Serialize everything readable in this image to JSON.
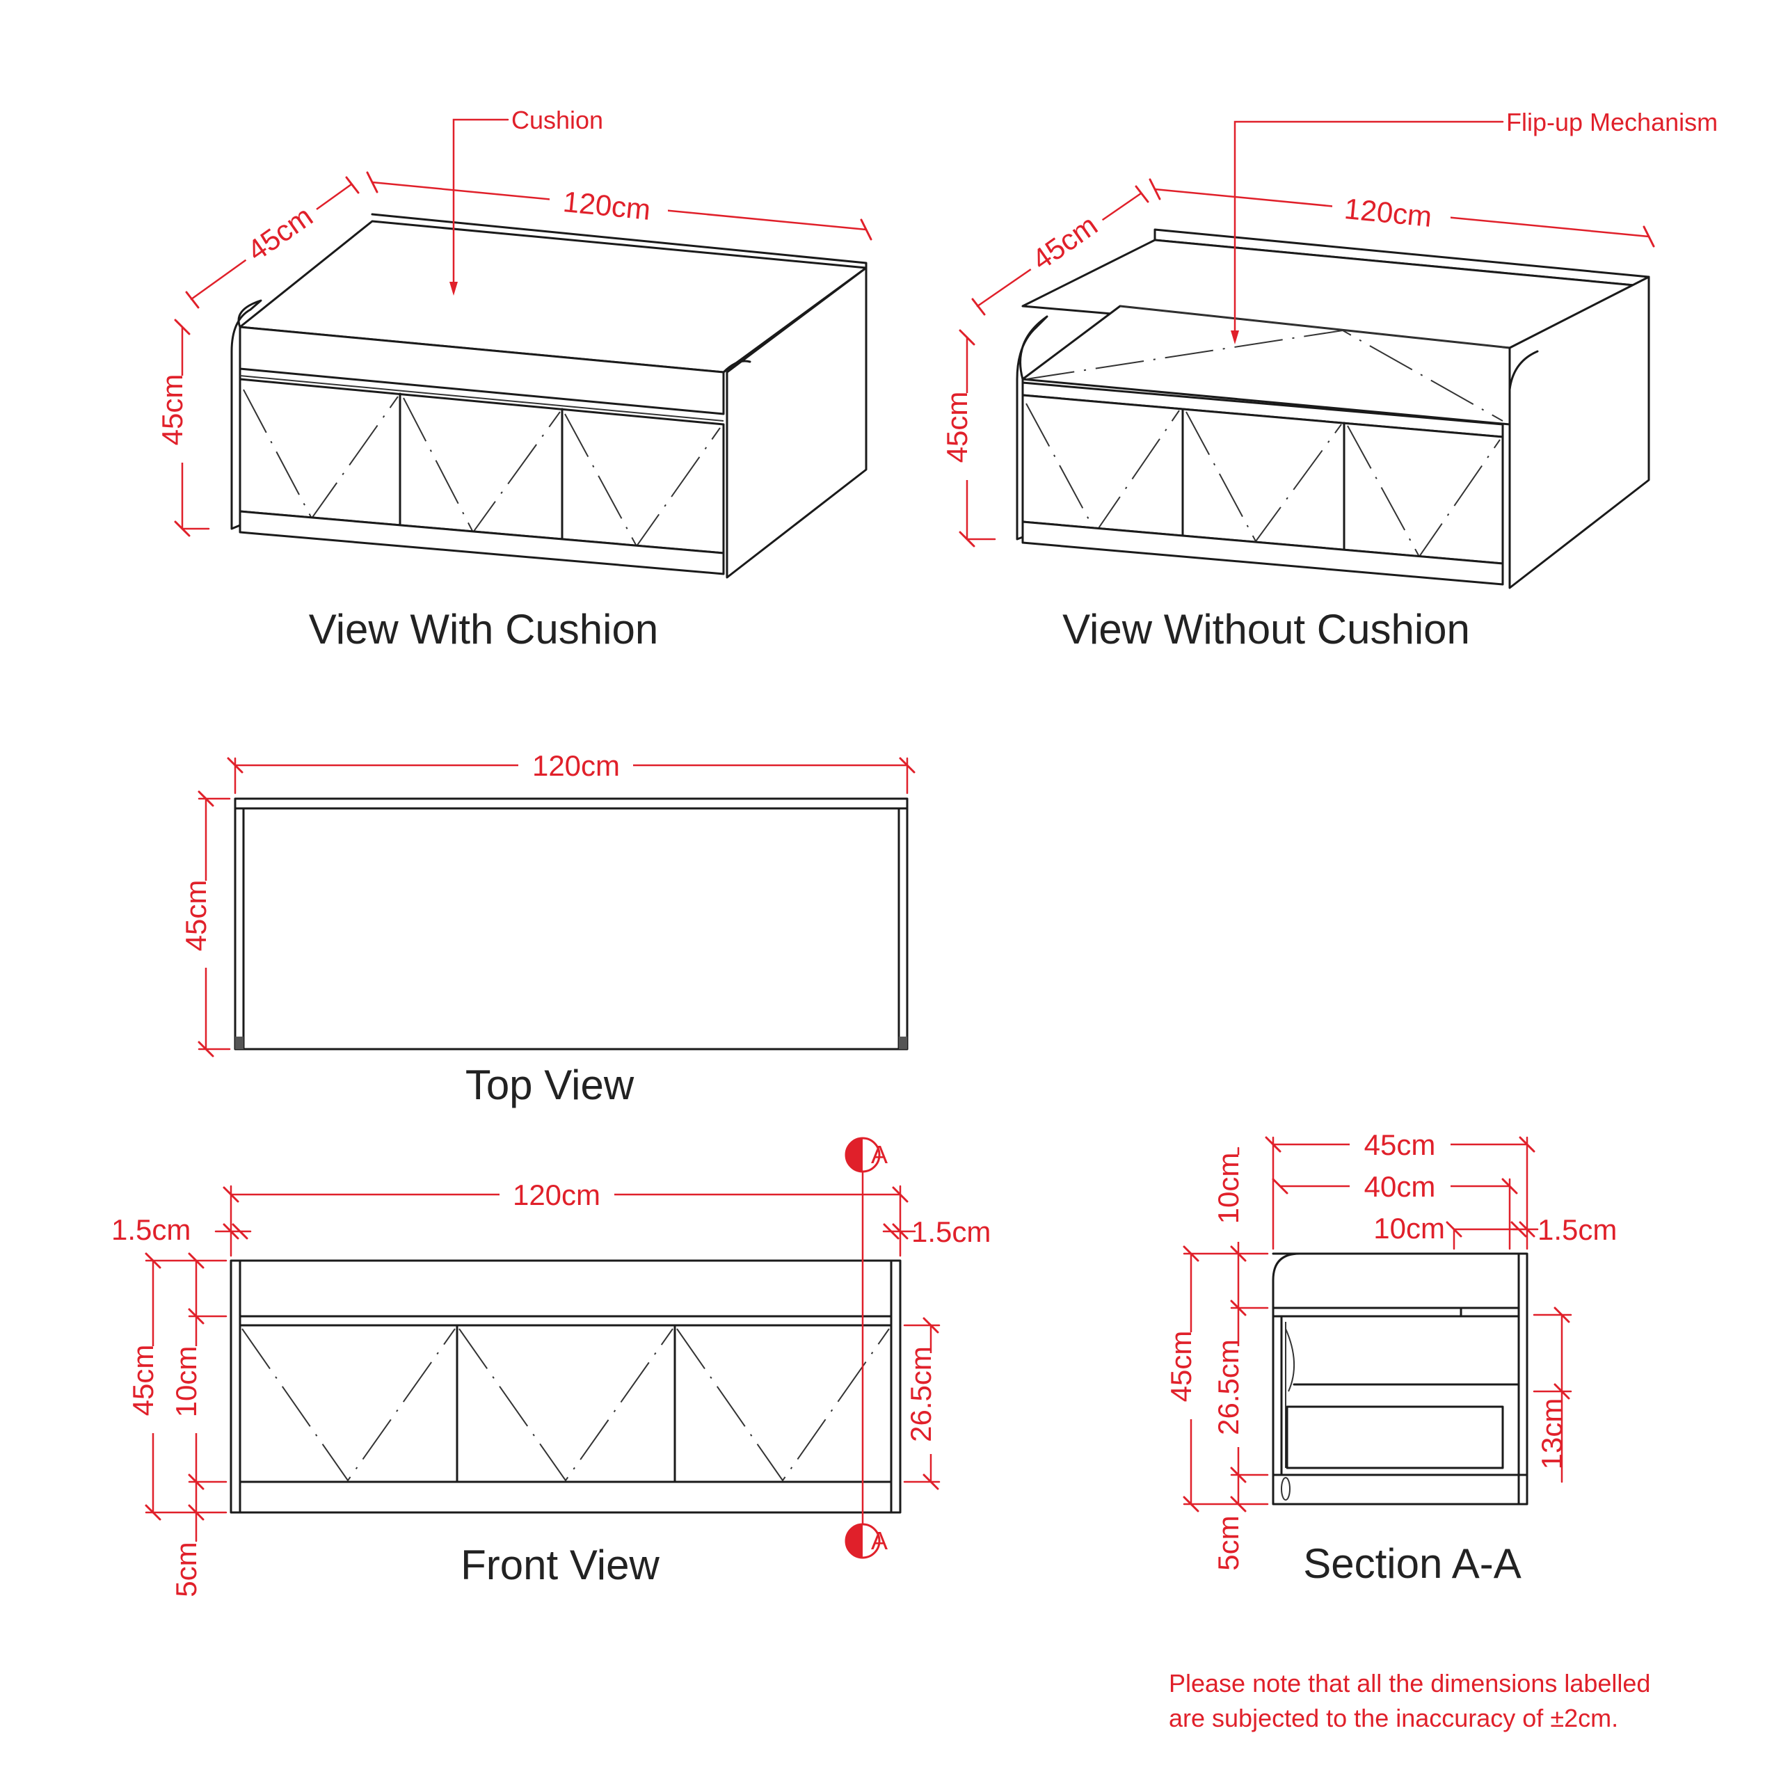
{
  "colors": {
    "dimension": "#e0202a",
    "line": "#1a1a1a",
    "title": "#222222",
    "background": "#ffffff"
  },
  "views": {
    "with_cushion": {
      "title": "View With Cushion",
      "callout": "Cushion",
      "width": "120cm",
      "depth": "45cm",
      "height": "45cm"
    },
    "without_cushion": {
      "title": "View Without Cushion",
      "callout": "Flip-up Mechanism",
      "width": "120cm",
      "depth": "45cm",
      "height": "45cm"
    },
    "top": {
      "title": "Top View",
      "width": "120cm",
      "depth": "45cm"
    },
    "front": {
      "title": "Front View",
      "width": "120cm",
      "side_left": "1.5cm",
      "side_right": "1.5cm",
      "height": "45cm",
      "cushion": "10cm",
      "drawer": "26.5cm",
      "plinth": "5cm",
      "section_marker": "A"
    },
    "section": {
      "title": "Section A-A",
      "depth": "45cm",
      "inner": "40cm",
      "gap": "10cm",
      "back": "1.5cm",
      "cushion": "10cm",
      "height": "45cm",
      "drawer": "26.5cm",
      "plinth": "5cm",
      "drawer_box": "13cm"
    }
  },
  "note": {
    "line1": "Please note that all the dimensions labelled",
    "line2": "are subjected to the inaccuracy of ±2cm."
  }
}
